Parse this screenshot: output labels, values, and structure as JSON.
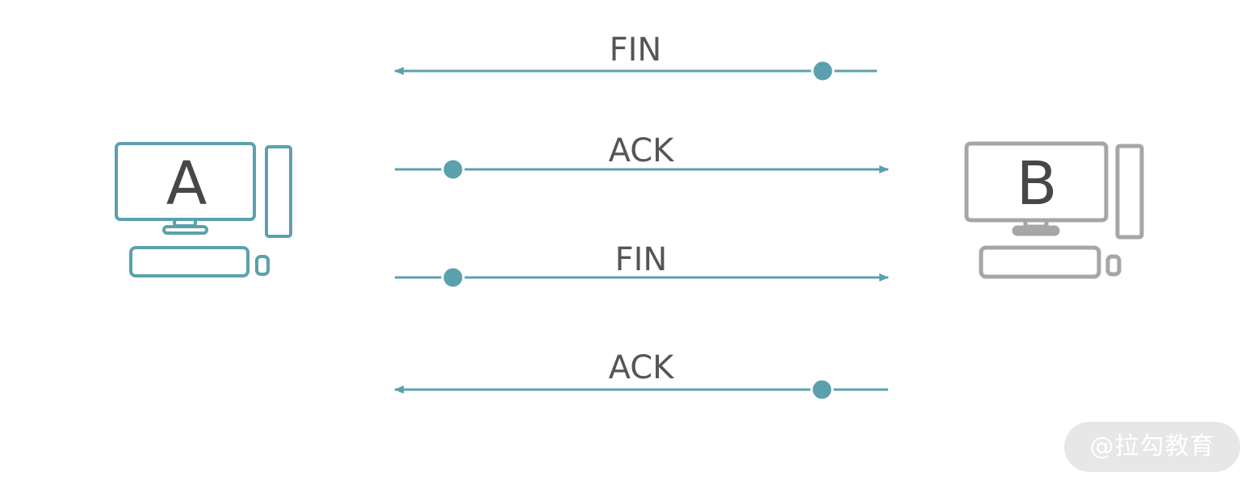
{
  "hosts": {
    "a": {
      "label": "A",
      "color": "#5ba1ad"
    },
    "b": {
      "label": "B",
      "color": "#a6a6a6"
    }
  },
  "messages": [
    {
      "label": "FIN",
      "direction": "B-to-A"
    },
    {
      "label": "ACK",
      "direction": "A-to-B"
    },
    {
      "label": "FIN",
      "direction": "A-to-B"
    },
    {
      "label": "ACK",
      "direction": "B-to-A"
    }
  ],
  "colors": {
    "arrow": "#5ba1ad",
    "text": "#474747"
  },
  "watermark": "@拉勾教育"
}
